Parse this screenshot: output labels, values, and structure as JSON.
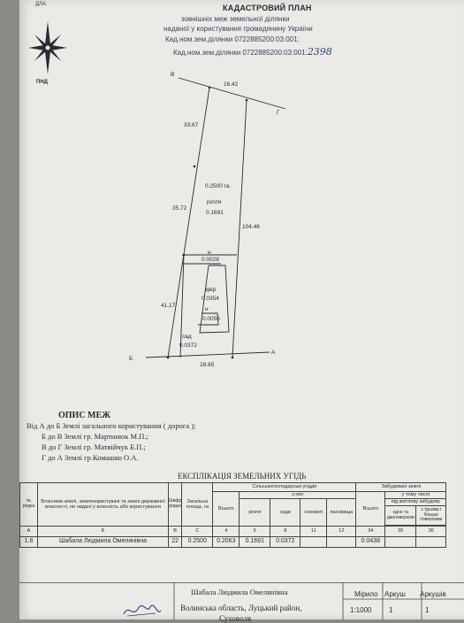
{
  "header": {
    "title": "КАДАСТРОВИЙ ПЛАН",
    "line1": "зовнішніх меж земельної ділянки",
    "line2": "наданої у користування громадянину України",
    "line3": "Кад.ном.зем.ділянки 0722885200:03:001:",
    "parcel_suffix": "2398",
    "corner_text": "ДЛА",
    "compass_label": "ПНД"
  },
  "plan": {
    "points": {
      "V": "В",
      "G": "Г",
      "A": "А",
      "B": "Б"
    },
    "dimensions": {
      "top": "16.42",
      "left_upper": "33.67",
      "left_middle": "35.72",
      "left_lower": "41.17",
      "right": "104.46",
      "bottom": "28.65"
    },
    "total_area": "0.2500 га.",
    "plots": [
      {
        "name": "рілля",
        "area": "0.1691"
      },
      {
        "name": "н",
        "area": "0.0028"
      },
      {
        "name": "двір",
        "area": "0.0354"
      },
      {
        "name": "н",
        "area": "0.0056"
      },
      {
        "name": "сад",
        "area": "0.0372"
      }
    ]
  },
  "boundaries": {
    "title": "ОПИС МЕЖ",
    "items": [
      "Від  А до Б Землі загального користування ( дорога );",
      "Б до В Землі гр. Мартинюк М.П.;",
      "В до Г Землі гр. Матвійчук Б.П.;",
      "Г до А Землі гр.Комашко О.А."
    ]
  },
  "explication": {
    "title": "ЕКСПЛІКАЦІЯ ЗЕМЕЛЬНИХ УГІДЬ",
    "headers": {
      "no": "№ рядка",
      "owner": "Власники землі, землекористувачі та землі державної власності, не надані у власність або користування",
      "code": "Шифр рядка",
      "total": "Загальна площа, га",
      "agri": "Сільськогосподарські угіддя",
      "of_which": "з них",
      "agri_total": "Всього",
      "arable": "рілля",
      "garden": "сади",
      "hayfields": "сіножаті",
      "pastures": "пасовища",
      "built": "Забудовані землі",
      "built_total": "Всього",
      "incl": "у тому числі",
      "residential": "під житлову забудову",
      "one_two": "одно та двоповерхові",
      "three_more": "з трьома і більше поверхами"
    },
    "col_nums": [
      "А",
      "Б",
      "В",
      "С",
      "4",
      "5",
      "8",
      "11",
      "12",
      "34",
      "35",
      "36"
    ],
    "row": {
      "no": "1.8",
      "owner": "Шабала Людмила Омелянівна",
      "code": "22",
      "total": "0.2500",
      "agri_total": "0.2063",
      "arable": "0.1691",
      "garden": "0.0372",
      "built_total": "0.0438"
    }
  },
  "footer": {
    "owner_name": "Шабала Людмила Омелянівна",
    "address1": "Волинська область, Луцький район,",
    "address2": "Суховоля",
    "scale_label": "Мірило",
    "scale_value": "1:1000",
    "sheet_label": "Аркуш",
    "sheet_value": "1",
    "sheets_label": "Аркушів",
    "sheets_value": "1"
  }
}
